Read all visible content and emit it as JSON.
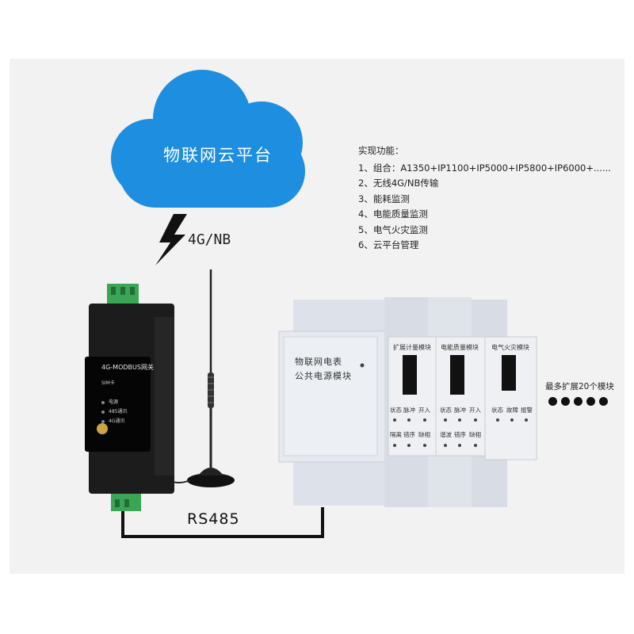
{
  "cloud": {
    "label": "物联网云平台",
    "color": "#1e8fe0"
  },
  "network_label": "4G/NB",
  "features": {
    "title": "实现功能：",
    "items": [
      "1、组合：A1350+IP1100+IP5000+IP5800+IP6000+......",
      "2、无线4G/NB传输",
      "3、能耗监测",
      "4、电能质量监测",
      "5、电气火灾监测",
      "6、云平台管理"
    ]
  },
  "gateway": {
    "title": "4G-MODBUS网关",
    "sim": "SIM卡",
    "leds": [
      "电源",
      "485通讯",
      "4G通讯"
    ]
  },
  "power_module": {
    "line1": "物联网电表",
    "line2": "公共电源模块"
  },
  "modules": [
    {
      "title": "扩展计量模块",
      "row1": [
        "状态",
        "脉冲",
        "开入"
      ],
      "row2": [
        "隔离",
        "错序",
        "缺相"
      ]
    },
    {
      "title": "电能质量模块",
      "row1": [
        "状态",
        "脉冲",
        "开入"
      ],
      "row2": [
        "谐波",
        "错序",
        "缺相"
      ]
    },
    {
      "title": "电气火灾模块",
      "row1": [
        "状态",
        "故障",
        "报警"
      ],
      "row2": []
    }
  ],
  "expand_label": "最多扩展20个模块",
  "bus_label": "RS485"
}
